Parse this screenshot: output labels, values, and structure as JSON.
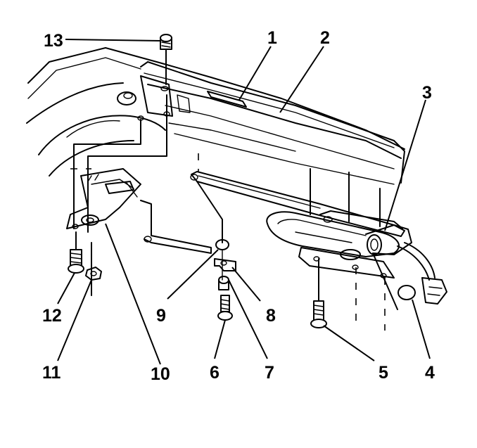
{
  "diagram": {
    "callouts": {
      "c1": "1",
      "c2": "2",
      "c3": "3",
      "c4": "4",
      "c5": "5",
      "c6": "6",
      "c7": "7",
      "c8": "8",
      "c9": "9",
      "c10": "10",
      "c11": "11",
      "c12": "12",
      "c13": "13"
    },
    "colors": {
      "line": "#000000",
      "background": "#ffffff"
    }
  }
}
